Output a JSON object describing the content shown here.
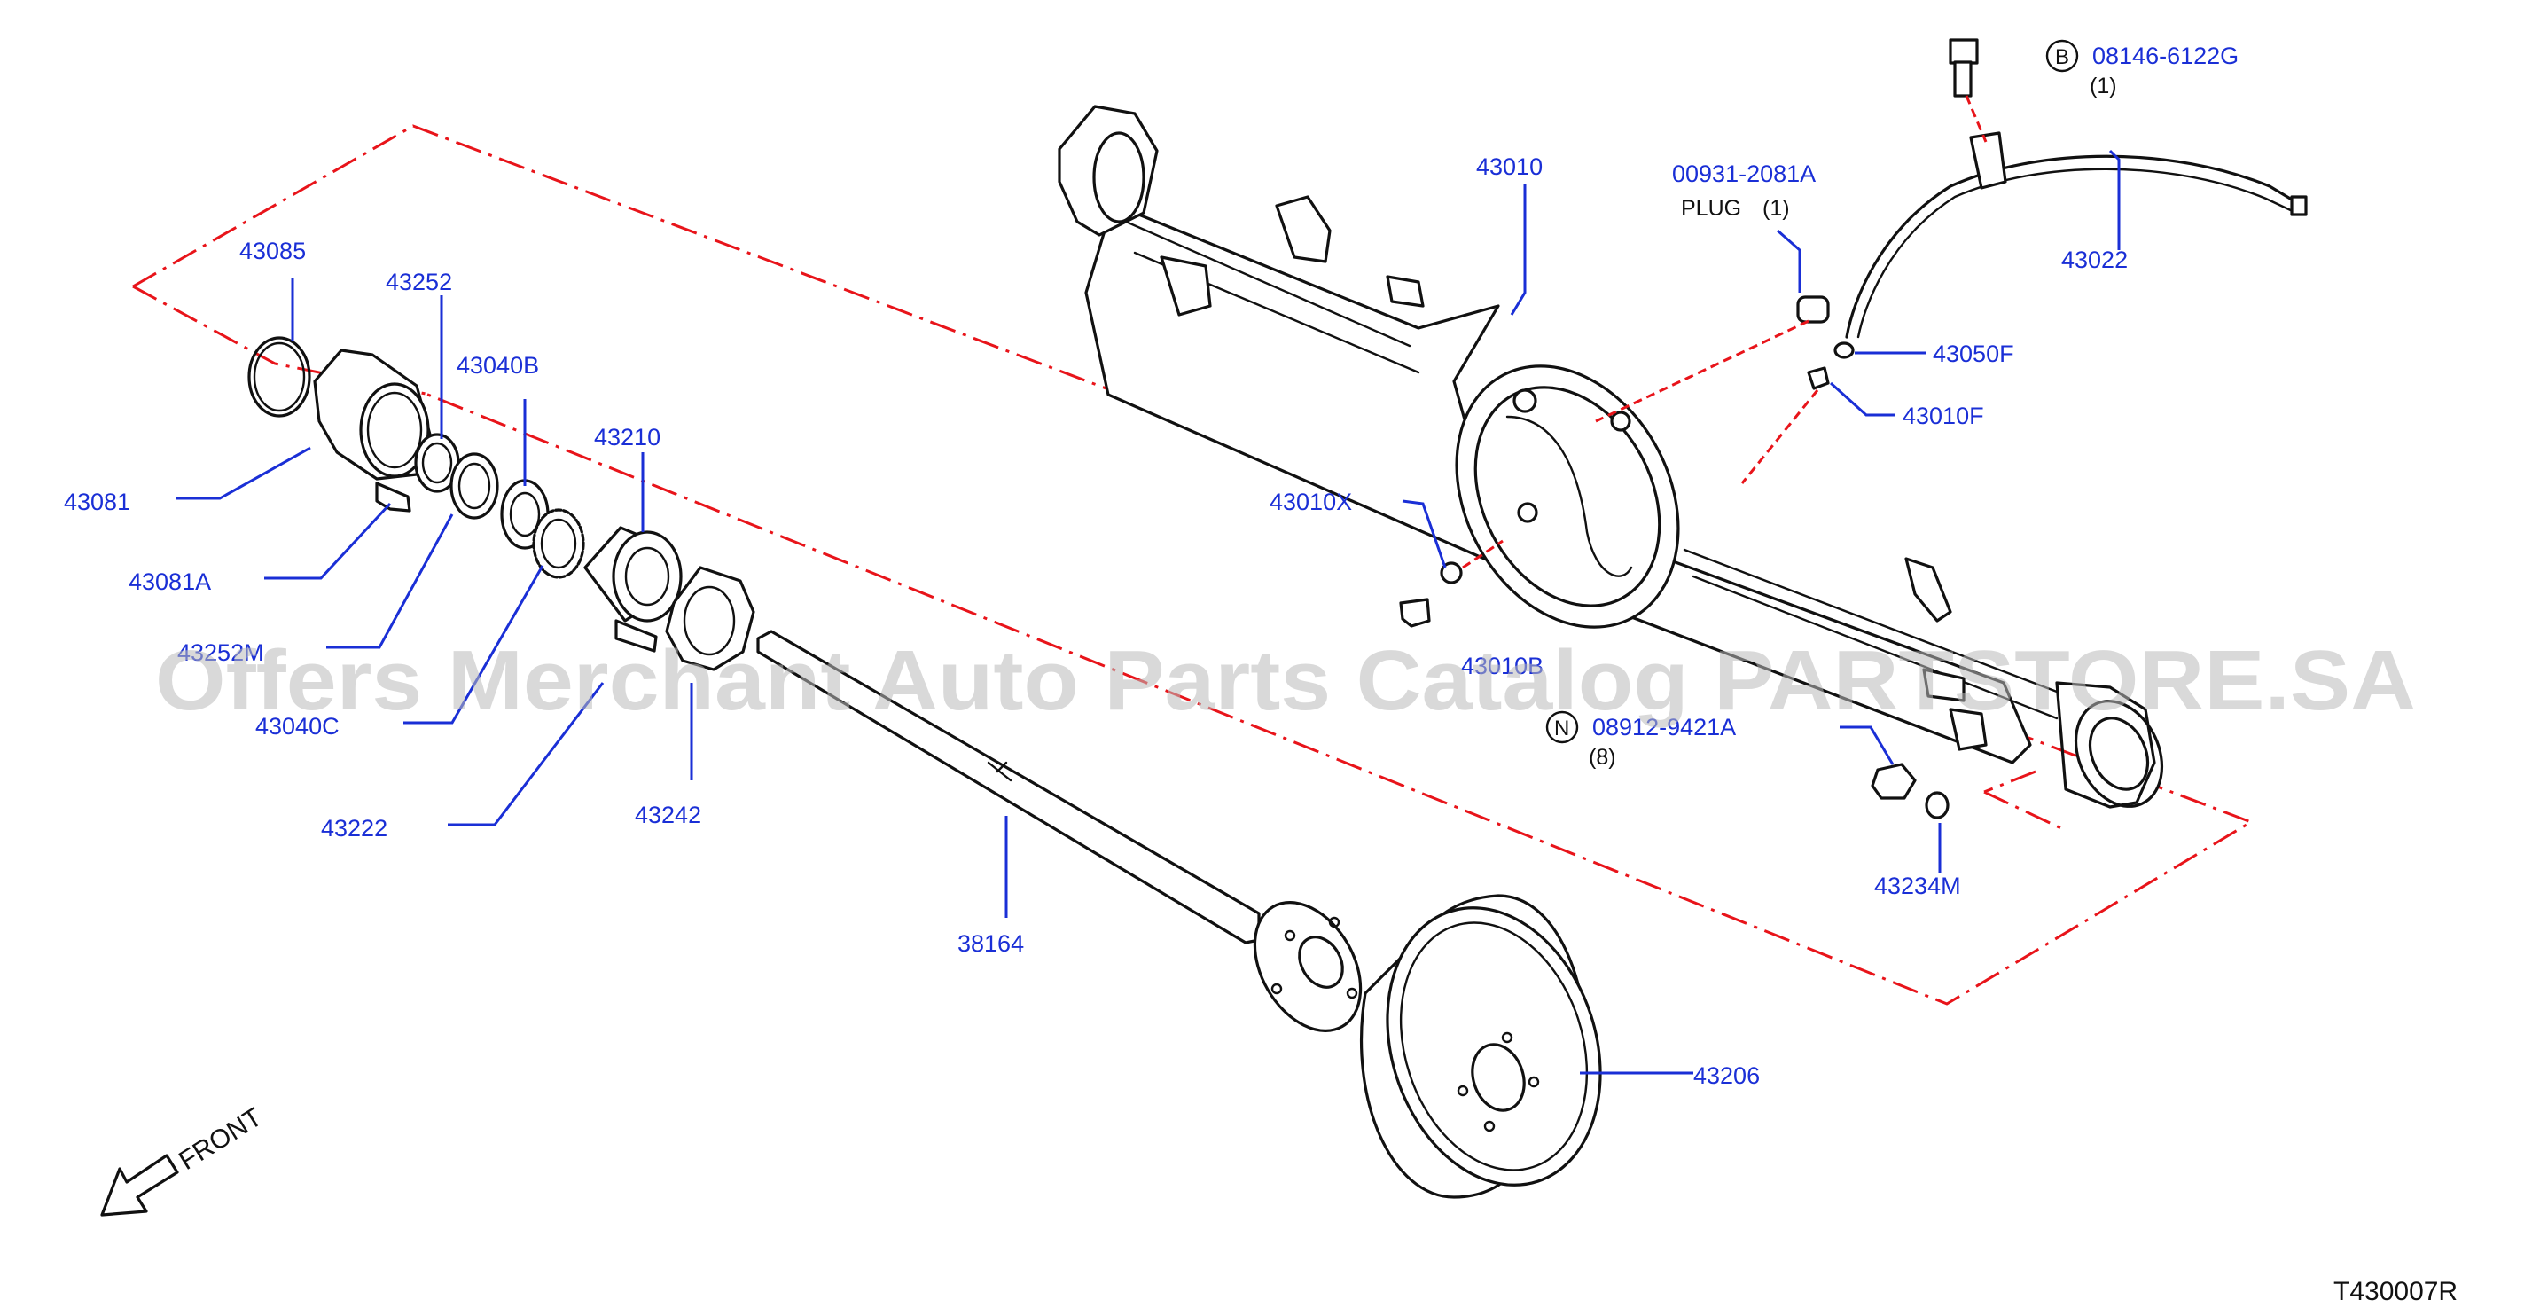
{
  "diagram_code": "T430007R",
  "front_label": "FRONT",
  "watermark": "Offers Merchant Auto Parts Catalog PARTSTORE.SA",
  "parts": {
    "p43085": "43085",
    "p43252": "43252",
    "p43040B": "43040B",
    "p43210": "43210",
    "p43081": "43081",
    "p43081A": "43081A",
    "p43252M": "43252M",
    "p43040C": "43040C",
    "p43222": "43222",
    "p43242": "43242",
    "p38164": "38164",
    "p43206": "43206",
    "p43010": "43010",
    "p00931": "00931-2081A",
    "plug": "PLUG",
    "plug_qty": "(1)",
    "p08146": "08146-6122G",
    "p08146_qty": "(1)",
    "p08146_badge": "B",
    "p43022": "43022",
    "p43050F": "43050F",
    "p43010F": "43010F",
    "p43010X": "43010X",
    "p43010B": "43010B",
    "p08912": "08912-9421A",
    "p08912_qty": "(8)",
    "p08912_badge": "N",
    "p43234M": "43234M"
  }
}
